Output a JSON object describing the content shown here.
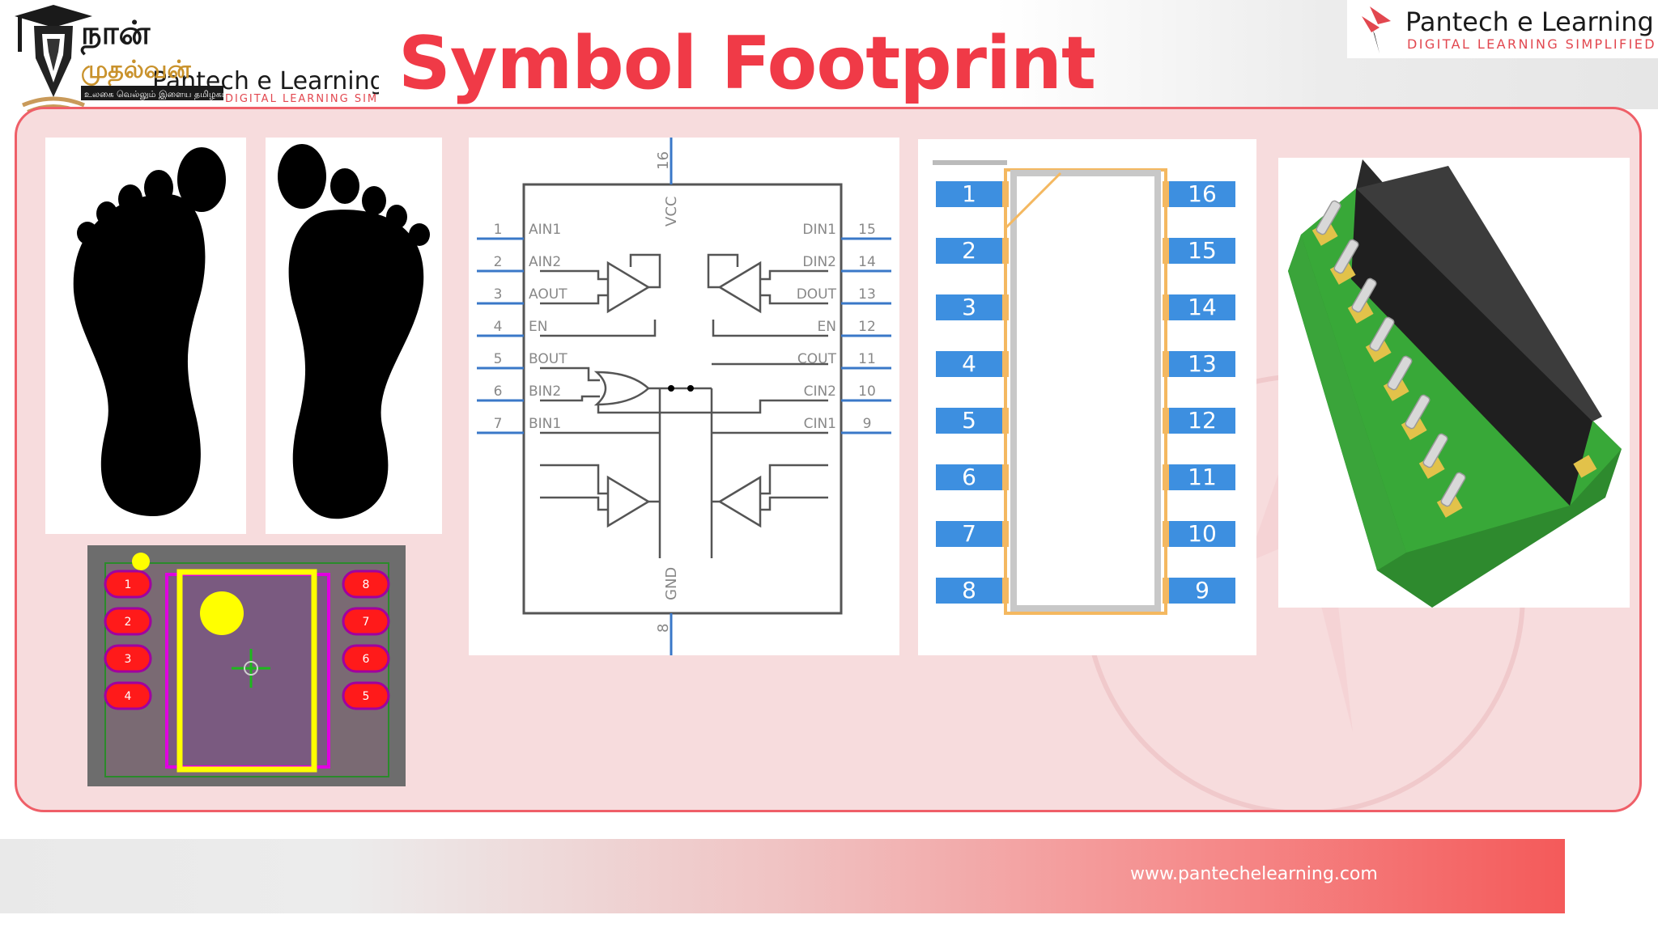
{
  "slide": {
    "title": "Symbol Footprint",
    "footer_url": "www.pantechelearning.com",
    "accent_color": "#f03a47"
  },
  "logos": {
    "left_tamil_top": "நான்",
    "left_tamil_bottom": "முதல்வன்",
    "left_tamil_tagline": "உலகை வெல்லும் இளைய தமிழகம்",
    "left_brand": "Pantech e Learning",
    "left_brand_sub": "DIGITAL LEARNING SIMPLIFIED",
    "right_brand": "Pantech e Learning",
    "right_brand_sub": "DIGITAL LEARNING SIMPLIFIED"
  },
  "pcb_footprint": {
    "pads_left": [
      "1",
      "2",
      "3",
      "4"
    ],
    "pads_right": [
      "8",
      "7",
      "6",
      "5"
    ]
  },
  "schematic": {
    "top_pin": "16",
    "top_label": "VCC",
    "bottom_pin": "8",
    "bottom_label": "GND",
    "left_pins": [
      {
        "num": "1",
        "name": "AIN1"
      },
      {
        "num": "2",
        "name": "AIN2"
      },
      {
        "num": "3",
        "name": "AOUT"
      },
      {
        "num": "4",
        "name": "EN"
      },
      {
        "num": "5",
        "name": "BOUT"
      },
      {
        "num": "6",
        "name": "BIN2"
      },
      {
        "num": "7",
        "name": "BIN1"
      }
    ],
    "right_pins": [
      {
        "num": "15",
        "name": "DIN1"
      },
      {
        "num": "14",
        "name": "DIN2"
      },
      {
        "num": "13",
        "name": "DOUT"
      },
      {
        "num": "12",
        "name": "EN"
      },
      {
        "num": "11",
        "name": "COUT"
      },
      {
        "num": "10",
        "name": "CIN2"
      },
      {
        "num": "9",
        "name": "CIN1"
      }
    ]
  },
  "dip_footprint": {
    "left_pins": [
      "1",
      "2",
      "3",
      "4",
      "5",
      "6",
      "7",
      "8"
    ],
    "right_pins": [
      "16",
      "15",
      "14",
      "13",
      "12",
      "11",
      "10",
      "9"
    ]
  }
}
